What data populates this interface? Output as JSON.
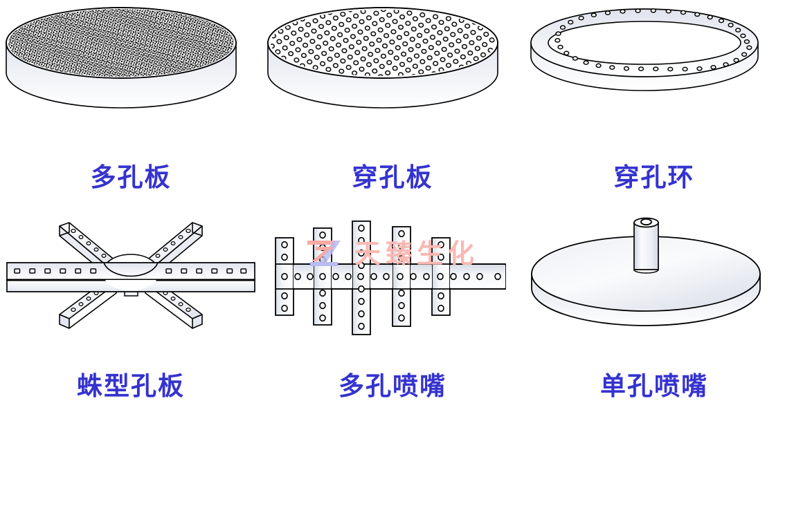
{
  "page": {
    "background_color": "#ffffff",
    "label_color": "#3533cf",
    "line_color": "#000000",
    "metal_light": "#ffffff",
    "metal_mid": "#e4e7ee",
    "metal_dark": "#c3c9d6"
  },
  "watermark": {
    "brand_text": "天臻生化",
    "logo_glyph": "TZ",
    "text_color": "#fab8b2",
    "logo_color_primary": "#f9aaa4",
    "logo_color_secondary": "#b9bcf0"
  },
  "items": [
    {
      "id": "porous-plate",
      "label": "多孔板",
      "shape": "disc",
      "surface": "dense-porous-speckle",
      "row": 1,
      "column": 1
    },
    {
      "id": "perforated-plate",
      "label": "穿孔板",
      "shape": "disc",
      "surface": "discrete-round-holes",
      "row": 1,
      "column": 2
    },
    {
      "id": "perforated-ring",
      "label": "穿孔环",
      "shape": "annular-ring",
      "surface": "holes-around-circumference",
      "row": 1,
      "column": 3
    },
    {
      "id": "spider-plate",
      "label": "蛛型孔板",
      "shape": "six-arm-spider",
      "surface": "holes-along-arms",
      "row": 2,
      "column": 1
    },
    {
      "id": "multi-hole-nozzle",
      "label": "多孔喷嘴",
      "shape": "ladder-manifold",
      "surface": "holes-along-pipes",
      "row": 2,
      "column": 2
    },
    {
      "id": "single-hole-nozzle",
      "label": "单孔喷嘴",
      "shape": "disc-with-center-tube",
      "surface": "single-center-orifice",
      "row": 2,
      "column": 3
    }
  ]
}
